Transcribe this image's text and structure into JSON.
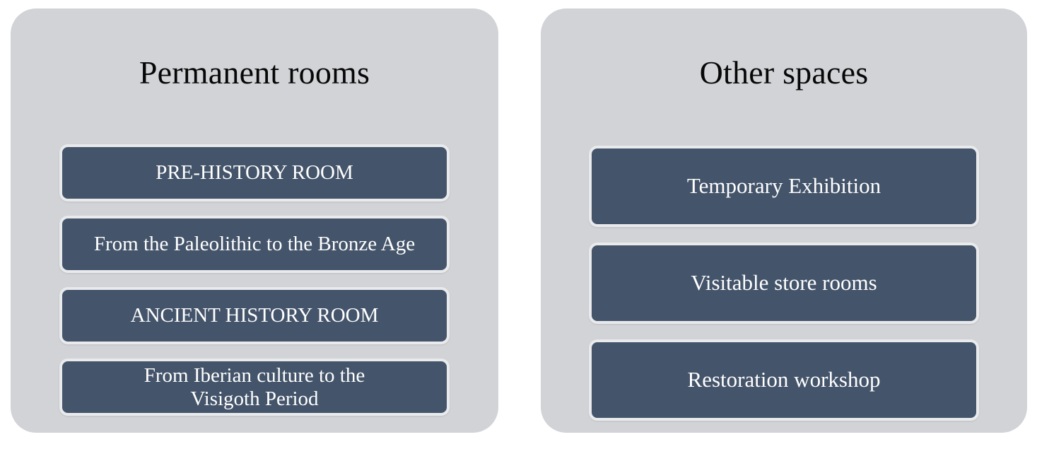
{
  "diagram": {
    "background_color": "#ffffff",
    "panel_background_color": "#d1d3d7",
    "box_fill_color": "#44546a",
    "box_border_color": "#e9eaec",
    "box_text_color": "#ffffff",
    "title_text_color": "#070707"
  },
  "panels": [
    {
      "id": "permanent-rooms",
      "title": "Permanent rooms",
      "boxes": [
        {
          "label": "PRE-HISTORY ROOM"
        },
        {
          "label": "From the Paleolithic to the Bronze Age"
        },
        {
          "label": "ANCIENT HISTORY ROOM"
        },
        {
          "label": "From Iberian culture to the\nVisigoth Period"
        }
      ]
    },
    {
      "id": "other-spaces",
      "title": "Other spaces",
      "boxes": [
        {
          "label": "Temporary Exhibition"
        },
        {
          "label": "Visitable store rooms"
        },
        {
          "label": "Restoration workshop"
        }
      ]
    }
  ]
}
